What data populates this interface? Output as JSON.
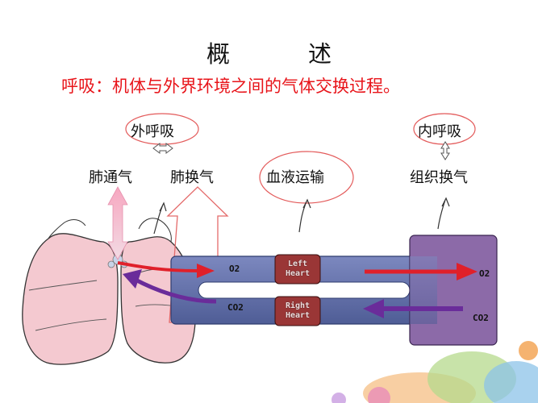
{
  "title": "概　述",
  "subtitle": "呼吸：机体与外界环境之间的气体交换过程。",
  "labels": {
    "external": "外呼吸",
    "internal": "内呼吸",
    "ventilation": "肺通气",
    "lung_exchange": "肺换气",
    "blood_transport": "血液运输",
    "tissue_exchange": "组织换气"
  },
  "hearts": {
    "left_line1": "Left",
    "left_line2": "Heart",
    "right_line1": "Right",
    "right_line2": "Heart"
  },
  "gases": {
    "o2_lung": "O2",
    "co2_lung": "CO2",
    "o2_tissue": "O2",
    "co2_tissue": "CO2"
  },
  "colors": {
    "title_red": "#e8141a",
    "lung_pink": "#f4c9d0",
    "vessel_blue": "#5f6fa8",
    "tissue_purple": "#8c6aa8",
    "heart_red": "#9a3636",
    "oxygen_arrow": "#e0202a",
    "co2_arrow": "#6a2c9a"
  }
}
